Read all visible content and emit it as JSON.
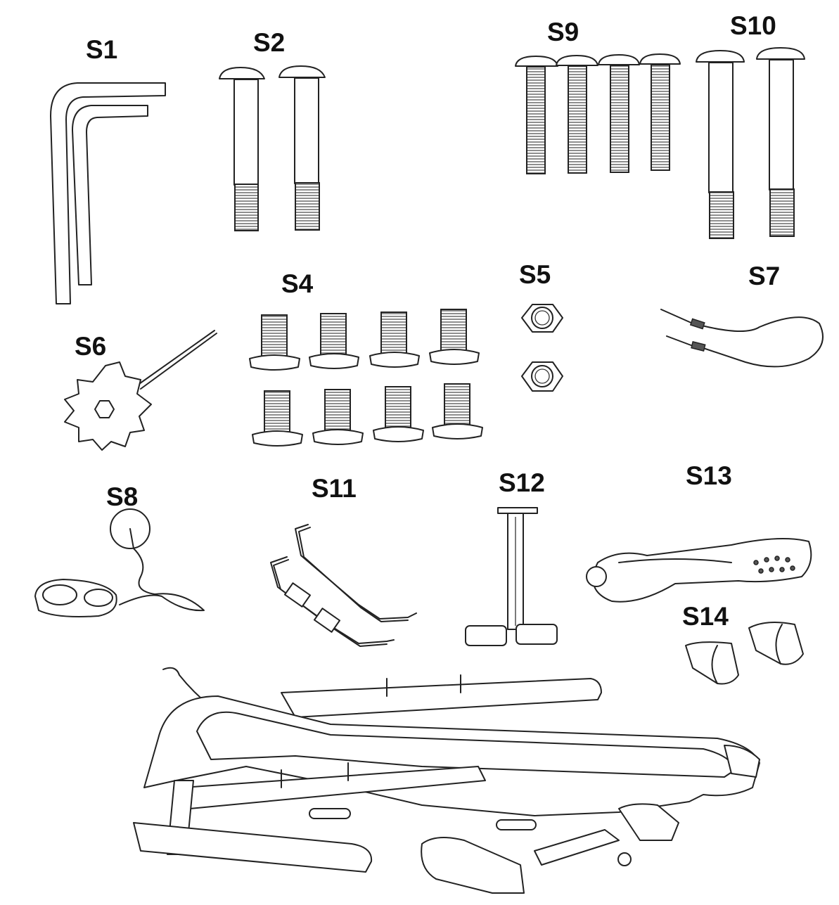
{
  "parts": [
    {
      "id": "S1",
      "label": "S1",
      "icon": "allen-key-icon"
    },
    {
      "id": "S2",
      "label": "S2",
      "icon": "long-bolt-icon"
    },
    {
      "id": "S9",
      "label": "S9",
      "icon": "threaded-bolt-icon"
    },
    {
      "id": "S10",
      "label": "S10",
      "icon": "long-bolt-icon"
    },
    {
      "id": "S4",
      "label": "S4",
      "icon": "short-bolt-icon"
    },
    {
      "id": "S5",
      "label": "S5",
      "icon": "hex-nut-icon"
    },
    {
      "id": "S7",
      "label": "S7",
      "icon": "cable-icon"
    },
    {
      "id": "S6",
      "label": "S6",
      "icon": "star-wrench-icon"
    },
    {
      "id": "S8",
      "label": "S8",
      "icon": "safety-key-icon"
    },
    {
      "id": "S11",
      "label": "S11",
      "icon": "bent-rod-icon"
    },
    {
      "id": "S12",
      "label": "S12",
      "icon": "t-support-icon"
    },
    {
      "id": "S13",
      "label": "S13",
      "icon": "massage-belt-icon"
    },
    {
      "id": "S14",
      "label": "S14",
      "icon": "end-cap-icon"
    }
  ],
  "main_unit_icon": "treadmill-frame-icon",
  "line_color": "#222222",
  "background": "#ffffff"
}
